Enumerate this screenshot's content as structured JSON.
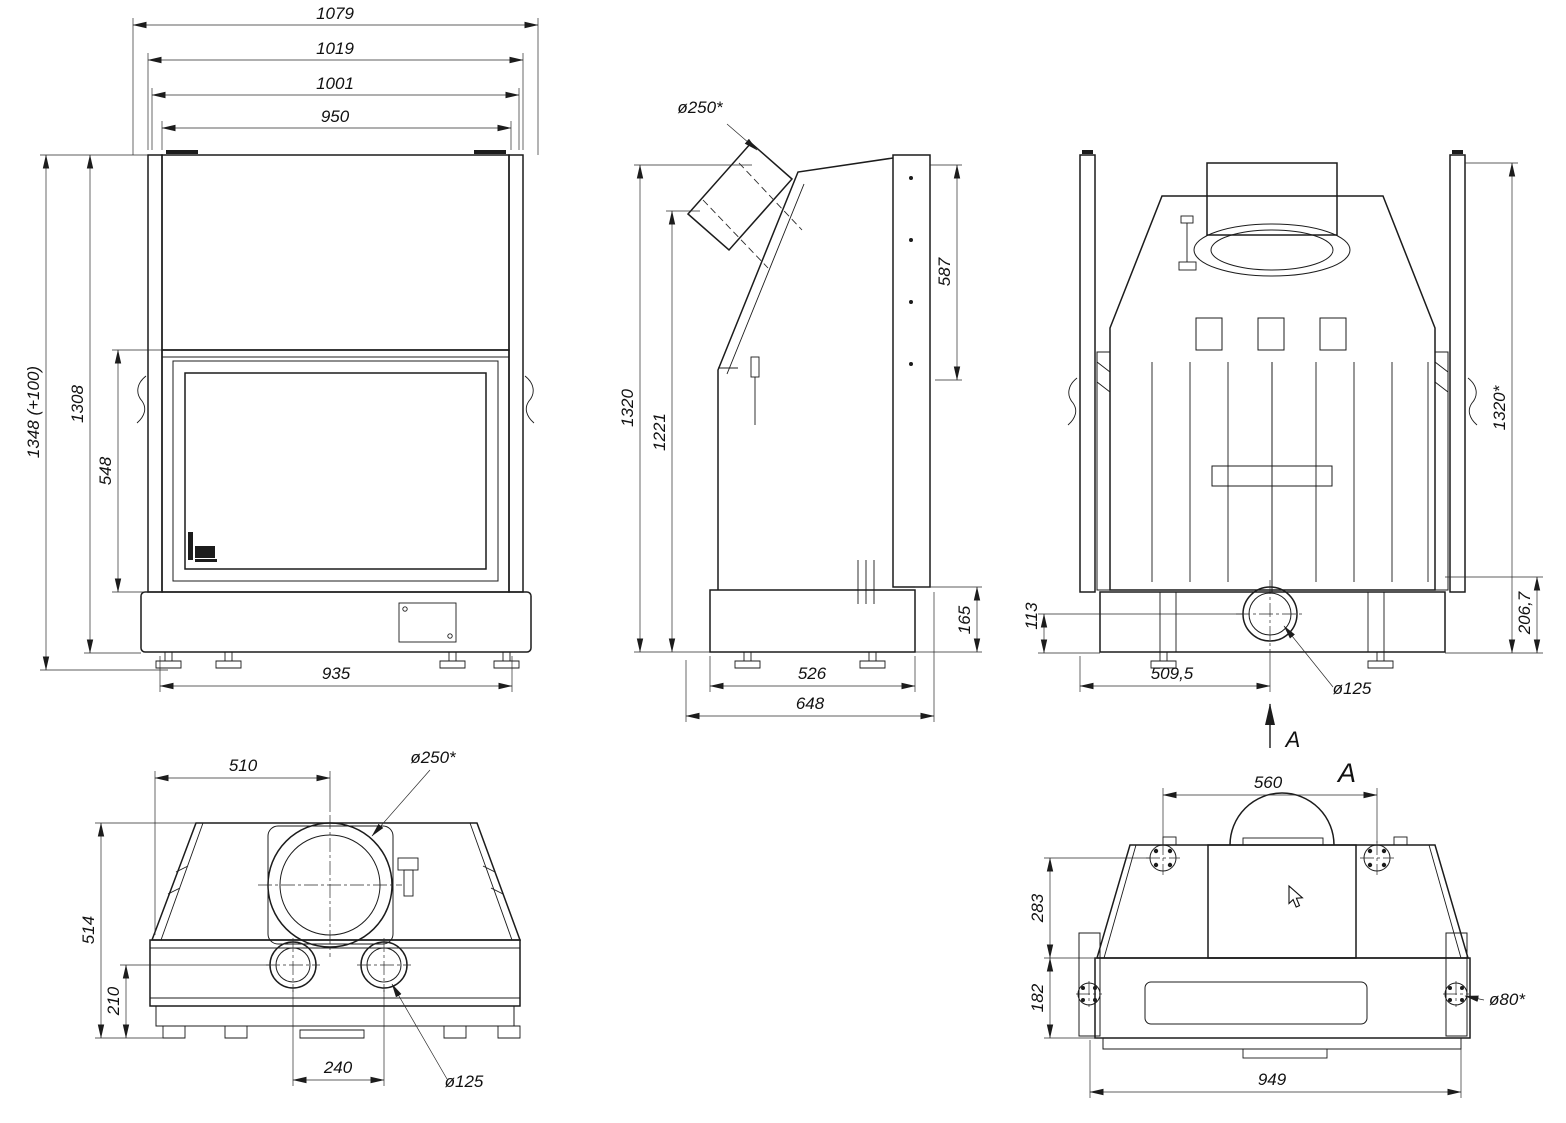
{
  "views": {
    "front": {
      "w_overall": "1079",
      "w_2": "1019",
      "w_3": "1001",
      "w_4": "950",
      "h_overall": "1348 (+100)",
      "h_2": "1308",
      "h_door": "548",
      "w_base": "935"
    },
    "side": {
      "flue_dia": "ø250*",
      "h_shield": "587",
      "h_overall": "1320",
      "h_2": "1221",
      "h_base": "165",
      "d_base": "526",
      "d_overall": "648"
    },
    "rear": {
      "h_outlet": "113",
      "h_overall": "1320*",
      "h_base": "206,7",
      "w_outlet": "509,5",
      "outlet_dia": "ø125",
      "section_letter": "A"
    },
    "top": {
      "w_flue": "510",
      "flue_dia": "ø250*",
      "d_overall": "514",
      "d_front": "210",
      "w_outlets": "240",
      "outlet_dia": "ø125"
    },
    "bottom": {
      "w_bolts": "560",
      "h_upper": "283",
      "h_lower": "182",
      "bolt_dia": "ø80*",
      "w_overall": "949"
    }
  }
}
